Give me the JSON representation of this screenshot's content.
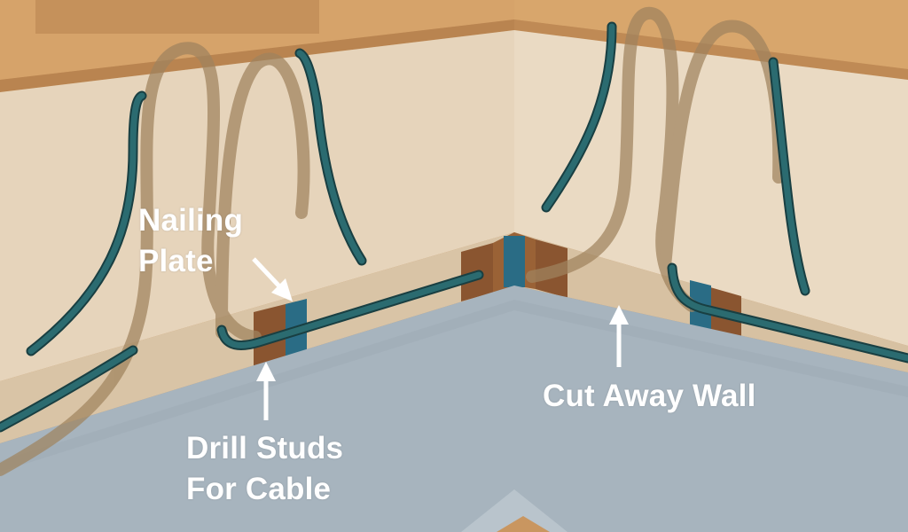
{
  "labels": {
    "nailing_plate": [
      "Nailing",
      "Plate"
    ],
    "drill_studs": [
      "Drill Studs",
      "For Cable"
    ],
    "cut_away_wall": "Cut Away Wall"
  },
  "colors": {
    "wood": "#d6a36a",
    "drywall": "#e8d7bf",
    "drywall_shade": "#dcc6a8",
    "floor": "#a7b4be",
    "cable": "#2b6b70",
    "cable_outline": "#193f42",
    "stud": "#8a5530",
    "nailing_plate": "#2a6c85",
    "hidden_cable": "#a0835e"
  }
}
